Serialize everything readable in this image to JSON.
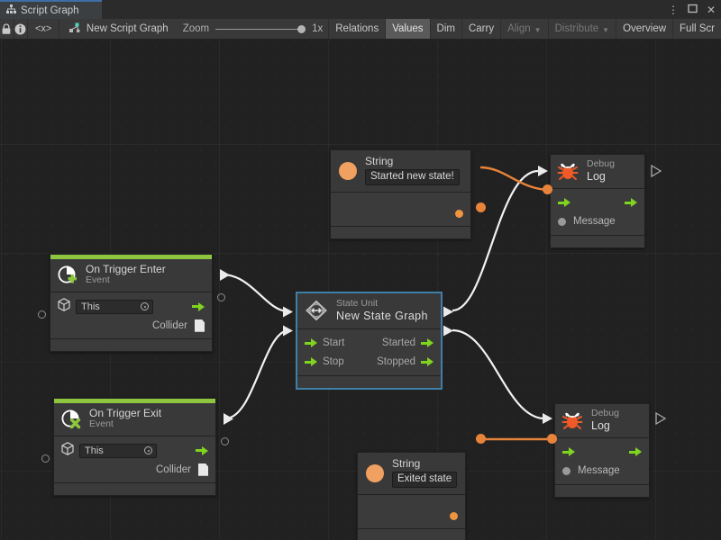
{
  "window": {
    "tab_label": "Script Graph",
    "tab_icon": "graph-hierarchy-icon",
    "controls": {
      "menu": "⋮",
      "maximize": "❐",
      "close": "✕"
    }
  },
  "toolbar": {
    "lock_icon": "lock-icon",
    "info_icon": "info-icon",
    "code_icon": "<x>",
    "graph_icon": "script-graph-icon",
    "graph_name": "New Script Graph",
    "zoom_label": "Zoom",
    "zoom_value": "1x",
    "buttons": [
      {
        "label": "Relations",
        "state": "normal",
        "caret": false
      },
      {
        "label": "Values",
        "state": "active",
        "caret": false
      },
      {
        "label": "Dim",
        "state": "normal",
        "caret": false
      },
      {
        "label": "Carry",
        "state": "normal",
        "caret": false
      },
      {
        "label": "Align",
        "state": "dim",
        "caret": true
      },
      {
        "label": "Distribute",
        "state": "dim",
        "caret": true
      },
      {
        "label": "Overview",
        "state": "normal",
        "caret": false
      },
      {
        "label": "Full Scr",
        "state": "normal",
        "caret": false
      }
    ]
  },
  "graph": {
    "nodes": {
      "string_top": {
        "title": "String",
        "value": "Started new state!",
        "icon": "string-orange-dot-icon"
      },
      "debug_log_top": {
        "subtitle": "Debug",
        "title": "Log",
        "icon": "bug-icon",
        "message_label": "Message"
      },
      "on_trigger_enter": {
        "title": "On Trigger Enter",
        "subtitle": "Event",
        "icon": "event-add-icon",
        "target_value": "This",
        "target_icon": "gameobject-cube-icon",
        "collider_label": "Collider",
        "collider_icon": "document-icon"
      },
      "state_unit": {
        "subtitle": "State Unit",
        "title": "New State Graph",
        "icon": "state-unit-icon",
        "selected": true,
        "inputs": [
          "Start",
          "Stop"
        ],
        "outputs": [
          "Started",
          "Stopped"
        ]
      },
      "on_trigger_exit": {
        "title": "On Trigger Exit",
        "subtitle": "Event",
        "icon": "event-remove-icon",
        "target_value": "This",
        "target_icon": "gameobject-cube-icon",
        "collider_label": "Collider",
        "collider_icon": "document-icon"
      },
      "string_bottom": {
        "title": "String",
        "value": "Exited state",
        "icon": "string-orange-dot-icon"
      },
      "debug_log_bottom": {
        "subtitle": "Debug",
        "title": "Log",
        "icon": "bug-icon",
        "message_label": "Message"
      }
    },
    "colors": {
      "event_accent": "#8ec63f",
      "flow_port": "#7fd420",
      "data_wire": "#e8833a",
      "flow_wire": "#f2f2f2",
      "selection": "#3f7fa8",
      "canvas_bg": "#212121",
      "node_bg": "#393939"
    }
  }
}
